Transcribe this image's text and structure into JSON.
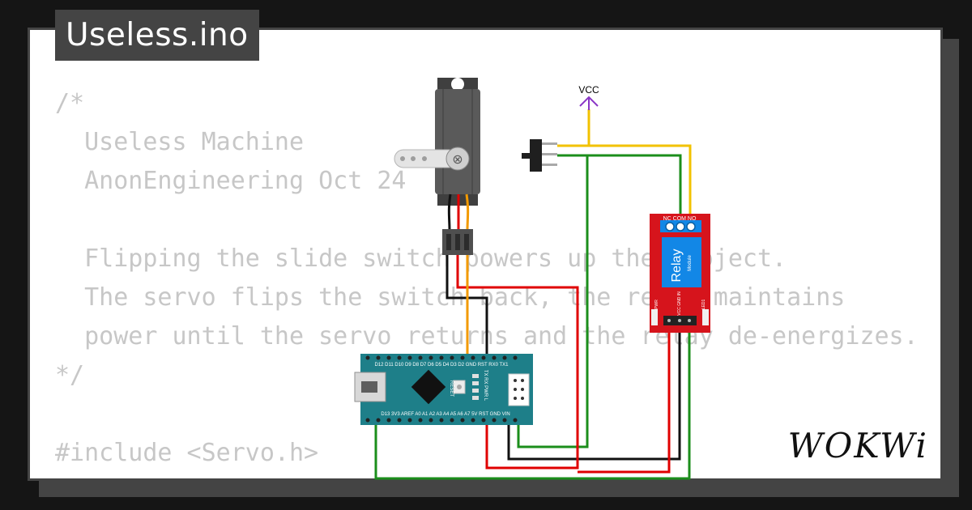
{
  "title": "Useless.ino",
  "code_lines": [
    "/*",
    "  Useless Machine",
    "  AnonEngineering Oct 24",
    "",
    "  Flipping the slide switch powers up the project.",
    "  The servo flips the switch back, the relay maintains",
    "  power until the servo returns and the relay de-energizes.",
    "*/",
    "",
    "#include <Servo.h>"
  ],
  "vcc_label": "VCC",
  "relay": {
    "label": "Relay",
    "sublabel": "Module",
    "top_pins": "NC COM NO",
    "left_label": "PWR",
    "right_label": "LED1",
    "bottom_pins": "VCC GND IN"
  },
  "arduino": {
    "top_pins": "D12 D11 D10 D9 D8 D7 D6 D5 D4 D3 D2 GND RST RX0 TX1",
    "bottom_pins": "D13 3V3 AREF A0 A1 A2 A3 A4 A5 A6 A7 5V RST GND VIN",
    "reset_label": "RESET",
    "led_labels": "TX RX PWR L"
  },
  "brand": "WOKWi",
  "colors": {
    "background": "#151515",
    "card": "#ffffff",
    "title_bg": "#444444",
    "code_text": "#c7c7c7",
    "arduino_board": "#1e7f89",
    "relay_board": "#d6141c",
    "relay_body": "#1287e6",
    "servo_body": "#5a5a5a",
    "wire_yellow": "#f2c200",
    "wire_green": "#1b8e1b",
    "wire_red": "#e00000",
    "wire_black": "#111111",
    "wire_orange": "#f39a00",
    "vcc_purple": "#8a36c6"
  }
}
